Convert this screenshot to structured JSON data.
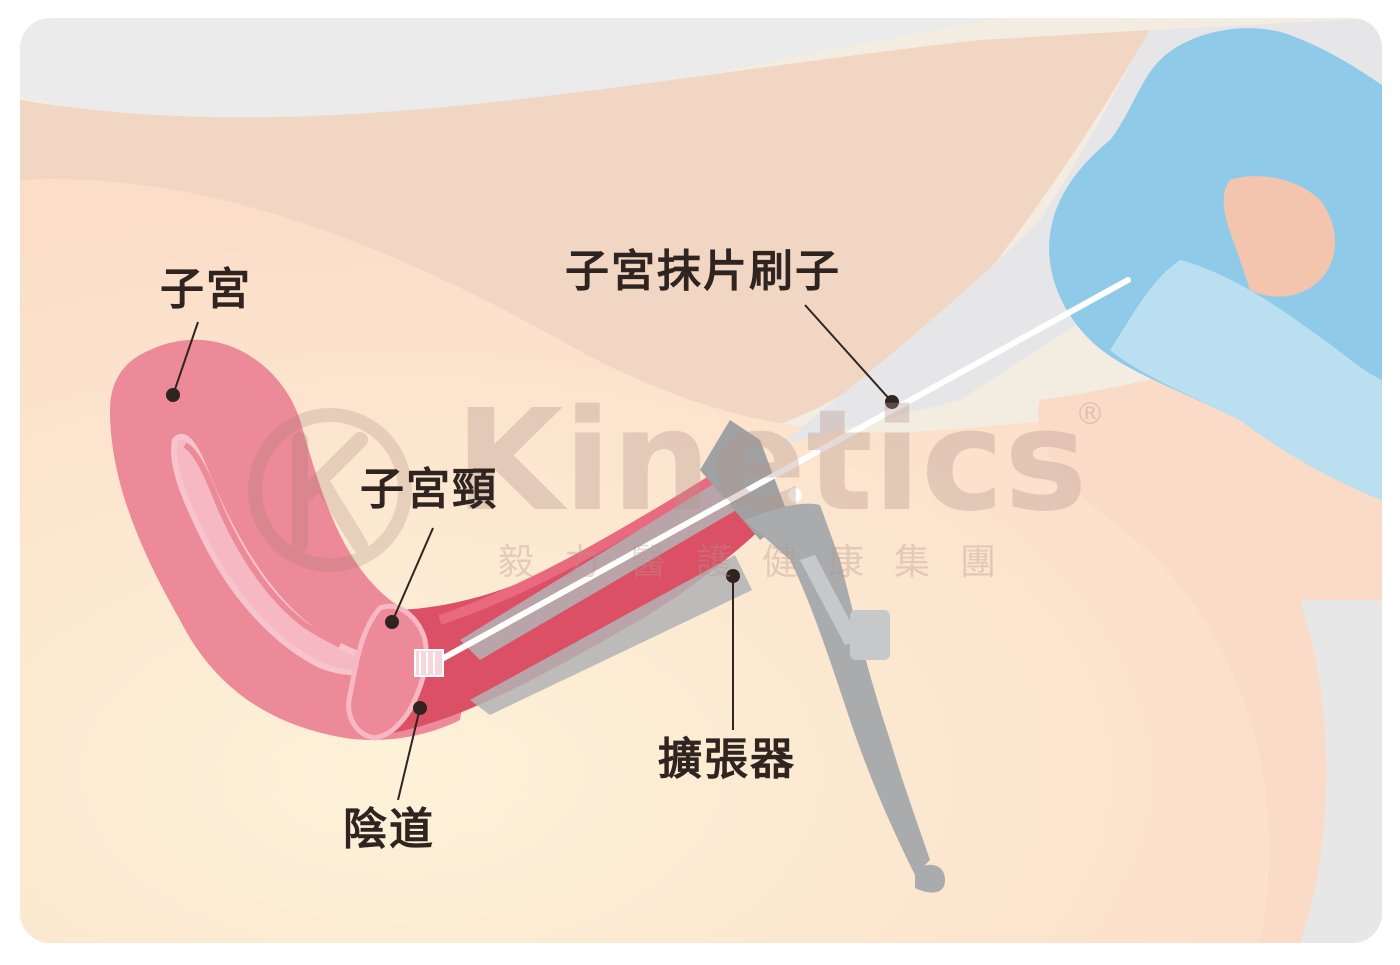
{
  "labels": {
    "uterus": "子宮",
    "cervix": "子宮頸",
    "vagina": "陰道",
    "brush": "子宮抹片刷子",
    "speculum": "擴張器"
  },
  "watermark": {
    "brand": "Kinetics",
    "registered": "®",
    "subtitle": "毅力醫護健康集團"
  },
  "colors": {
    "label_text": "#2f2420",
    "leader": "#2f2420",
    "uterus_pink": "#ec8a99",
    "vagina_red": "#dc5066",
    "glove_blue": "#8fcbe9",
    "speculum_gray": "#a9abad"
  }
}
